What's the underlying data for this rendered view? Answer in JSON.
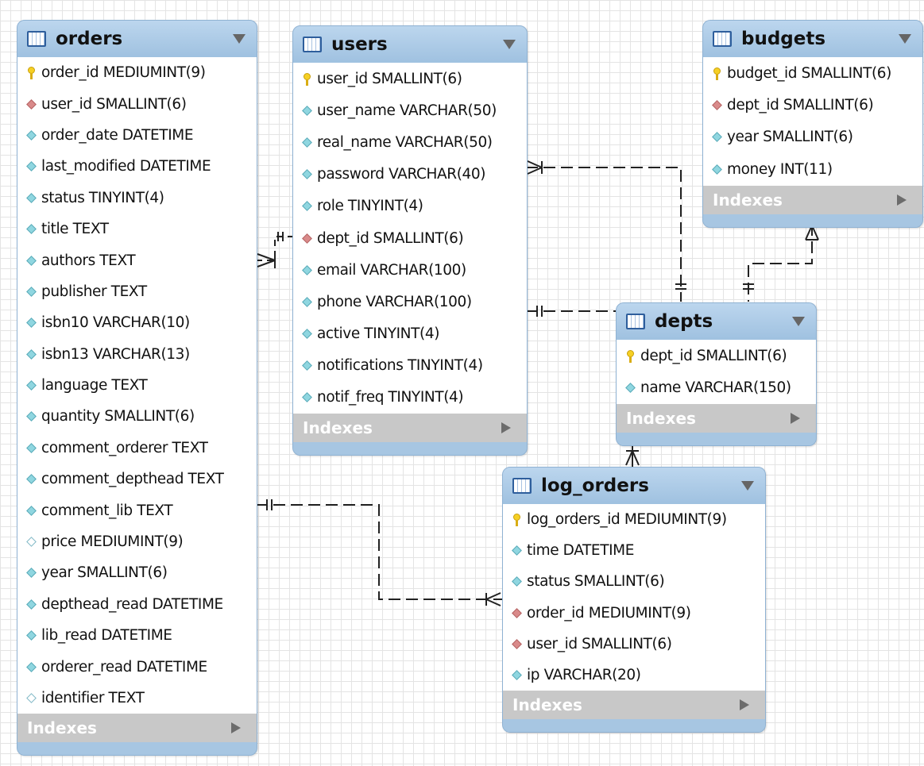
{
  "tables": {
    "orders": {
      "name": "orders",
      "indexes_label": "Indexes",
      "columns": [
        {
          "text": "order_id MEDIUMINT(9)",
          "kind": "primary-key"
        },
        {
          "text": "user_id SMALLINT(6)",
          "kind": "foreign-key"
        },
        {
          "text": "order_date DATETIME",
          "kind": "column"
        },
        {
          "text": "last_modified DATETIME",
          "kind": "column"
        },
        {
          "text": "status TINYINT(4)",
          "kind": "column"
        },
        {
          "text": "title TEXT",
          "kind": "column"
        },
        {
          "text": "authors TEXT",
          "kind": "column"
        },
        {
          "text": "publisher TEXT",
          "kind": "column"
        },
        {
          "text": "isbn10 VARCHAR(10)",
          "kind": "column"
        },
        {
          "text": "isbn13 VARCHAR(13)",
          "kind": "column"
        },
        {
          "text": "language TEXT",
          "kind": "column"
        },
        {
          "text": "quantity SMALLINT(6)",
          "kind": "column"
        },
        {
          "text": "comment_orderer TEXT",
          "kind": "column"
        },
        {
          "text": "comment_depthead TEXT",
          "kind": "column"
        },
        {
          "text": "comment_lib TEXT",
          "kind": "column"
        },
        {
          "text": "price MEDIUMINT(9)",
          "kind": "nullable"
        },
        {
          "text": "year SMALLINT(6)",
          "kind": "column"
        },
        {
          "text": "depthead_read DATETIME",
          "kind": "column"
        },
        {
          "text": "lib_read DATETIME",
          "kind": "column"
        },
        {
          "text": "orderer_read DATETIME",
          "kind": "column"
        },
        {
          "text": "identifier TEXT",
          "kind": "nullable"
        }
      ]
    },
    "users": {
      "name": "users",
      "indexes_label": "Indexes",
      "columns": [
        {
          "text": "user_id SMALLINT(6)",
          "kind": "primary-key"
        },
        {
          "text": "user_name VARCHAR(50)",
          "kind": "column"
        },
        {
          "text": "real_name VARCHAR(50)",
          "kind": "column"
        },
        {
          "text": "password VARCHAR(40)",
          "kind": "column"
        },
        {
          "text": "role TINYINT(4)",
          "kind": "column"
        },
        {
          "text": "dept_id SMALLINT(6)",
          "kind": "foreign-key"
        },
        {
          "text": "email VARCHAR(100)",
          "kind": "column"
        },
        {
          "text": "phone VARCHAR(100)",
          "kind": "column"
        },
        {
          "text": "active TINYINT(4)",
          "kind": "column"
        },
        {
          "text": "notifications TINYINT(4)",
          "kind": "column"
        },
        {
          "text": "notif_freq TINYINT(4)",
          "kind": "column"
        }
      ]
    },
    "budgets": {
      "name": "budgets",
      "indexes_label": "Indexes",
      "columns": [
        {
          "text": "budget_id SMALLINT(6)",
          "kind": "primary-key"
        },
        {
          "text": "dept_id SMALLINT(6)",
          "kind": "foreign-key"
        },
        {
          "text": "year SMALLINT(6)",
          "kind": "column"
        },
        {
          "text": "money INT(11)",
          "kind": "column"
        }
      ]
    },
    "depts": {
      "name": "depts",
      "indexes_label": "Indexes",
      "columns": [
        {
          "text": "dept_id SMALLINT(6)",
          "kind": "primary-key"
        },
        {
          "text": "name VARCHAR(150)",
          "kind": "column"
        }
      ]
    },
    "log_orders": {
      "name": "log_orders",
      "indexes_label": "Indexes",
      "columns": [
        {
          "text": "log_orders_id MEDIUMINT(9)",
          "kind": "primary-key"
        },
        {
          "text": "time DATETIME",
          "kind": "column"
        },
        {
          "text": "status SMALLINT(6)",
          "kind": "column"
        },
        {
          "text": "order_id MEDIUMINT(9)",
          "kind": "foreign-key"
        },
        {
          "text": "user_id SMALLINT(6)",
          "kind": "foreign-key"
        },
        {
          "text": "ip VARCHAR(20)",
          "kind": "column"
        }
      ]
    }
  },
  "relationships": [
    {
      "from": "orders",
      "to": "users",
      "cardinality": "many-to-one"
    },
    {
      "from": "users",
      "to": "depts",
      "cardinality": "many-to-one"
    },
    {
      "from": "budgets",
      "to": "depts",
      "cardinality": "many-to-one"
    },
    {
      "from": "log_orders",
      "to": "depts",
      "cardinality": "many-to-one"
    },
    {
      "from": "log_orders",
      "to": "orders",
      "cardinality": "many-to-one"
    }
  ],
  "colors": {
    "table_header": "#a7c6e2",
    "indexes_bar": "#c8c8c8",
    "primary_key_icon": "#f6d024",
    "foreign_key_icon": "#d98a8a",
    "column_icon": "#8fd6e0",
    "connector_line": "#222222"
  }
}
